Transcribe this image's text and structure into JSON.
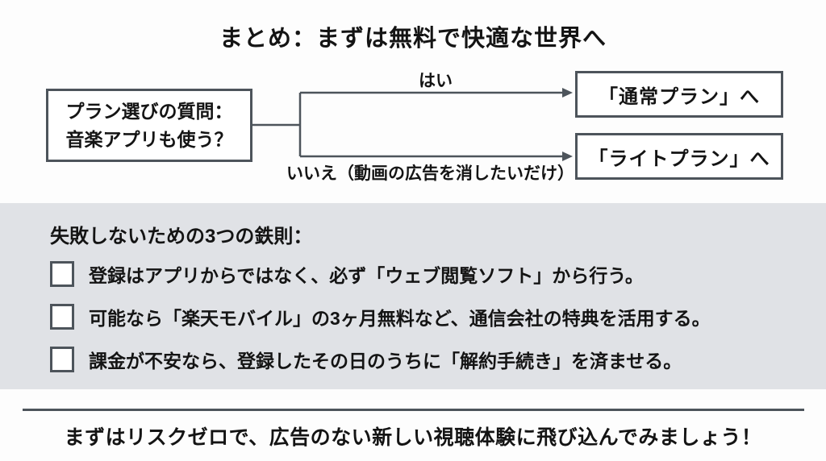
{
  "title": "まとめ：まずは無料で快適な世界へ",
  "flowchart": {
    "question_line1": "プラン選びの質問：",
    "question_line2": "音楽アプリも使う？",
    "yes_label": "はい",
    "no_label": "いいえ（動画の広告を消したいだけ）",
    "yes_target": "「通常プラン」へ",
    "no_target": "「ライトプラン」へ"
  },
  "rules": {
    "heading": "失敗しないための3つの鉄則：",
    "items": [
      "登録はアプリからではなく、必ず「ウェブ閲覧ソフト」から行う。",
      "可能なら「楽天モバイル」の3ヶ月無料など、通信会社の特典を活用する。",
      "課金が不安なら、登録したその日のうちに「解約手続き」を済ませる。"
    ]
  },
  "footer": {
    "message": "まずはリスクゼロで、広告のない新しい視聴体験に飛び込んでみましょう！"
  },
  "colors": {
    "line": "#4d545b",
    "panel": "#e0e2e6",
    "text": "#141414"
  }
}
